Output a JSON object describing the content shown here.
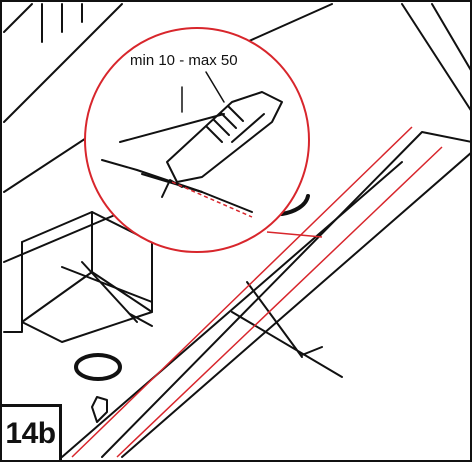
{
  "figure": {
    "step_label": "14b",
    "callout": {
      "min_label": "min 10",
      "separator": "-",
      "max_label": "max 50"
    },
    "colors": {
      "outline": "#111111",
      "cut_line": "#d8262c",
      "callout_circle": "#d8262c",
      "background": "#ffffff"
    }
  }
}
